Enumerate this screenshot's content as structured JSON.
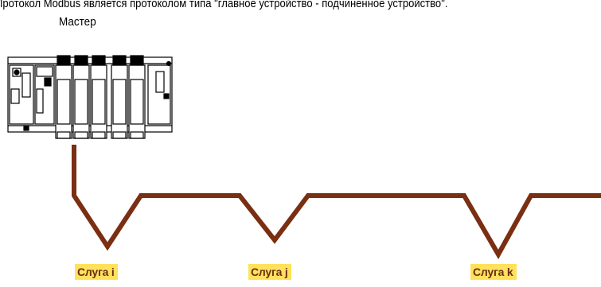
{
  "header_text": "Протокол Modbus является протоколом типа \"главное устройство - подчиненное устройство\".",
  "master_label": "Мастер",
  "slaves": [
    {
      "label": "Слуга i"
    },
    {
      "label": "Слуга j"
    },
    {
      "label": "Слуга k"
    }
  ],
  "colors": {
    "bus": "#7a2e12",
    "slave_label_bg": "#ffe25c",
    "slave_label_text": "#6a2d14"
  }
}
